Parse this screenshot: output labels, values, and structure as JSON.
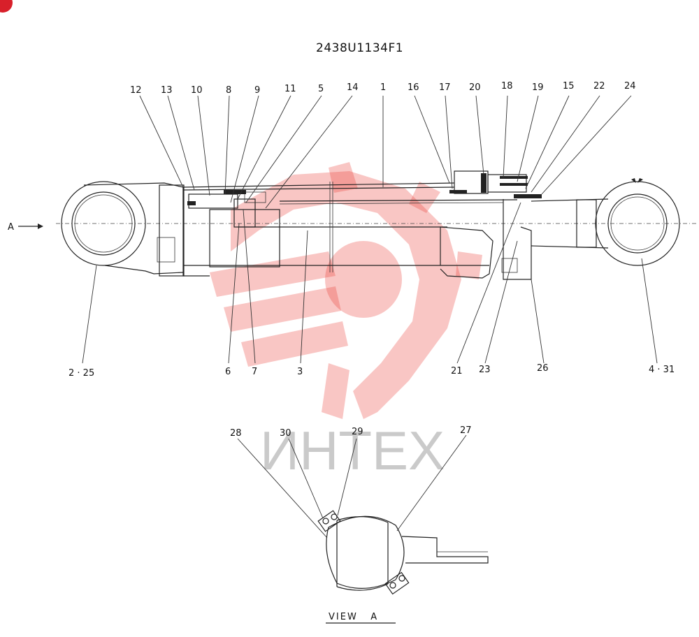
{
  "drawing_number": "2438U1134F1",
  "view_caption": "VIEW   A",
  "arrow_label": "A",
  "watermark_text": "ИНТЕХ",
  "colors": {
    "watermark": "#e8322c",
    "badge": "#d8202a",
    "line": "#222222"
  },
  "top_callouts": [
    "12",
    "13",
    "10",
    "8",
    "9",
    "11",
    "5",
    "14",
    "1",
    "16",
    "17",
    "20",
    "18",
    "19",
    "15",
    "22",
    "24"
  ],
  "bottom_callouts": [
    "2 · 25",
    "6",
    "7",
    "3",
    "21",
    "23",
    "26",
    "4 · 31"
  ],
  "view_a_callouts": [
    "28",
    "30",
    "29",
    "27"
  ]
}
